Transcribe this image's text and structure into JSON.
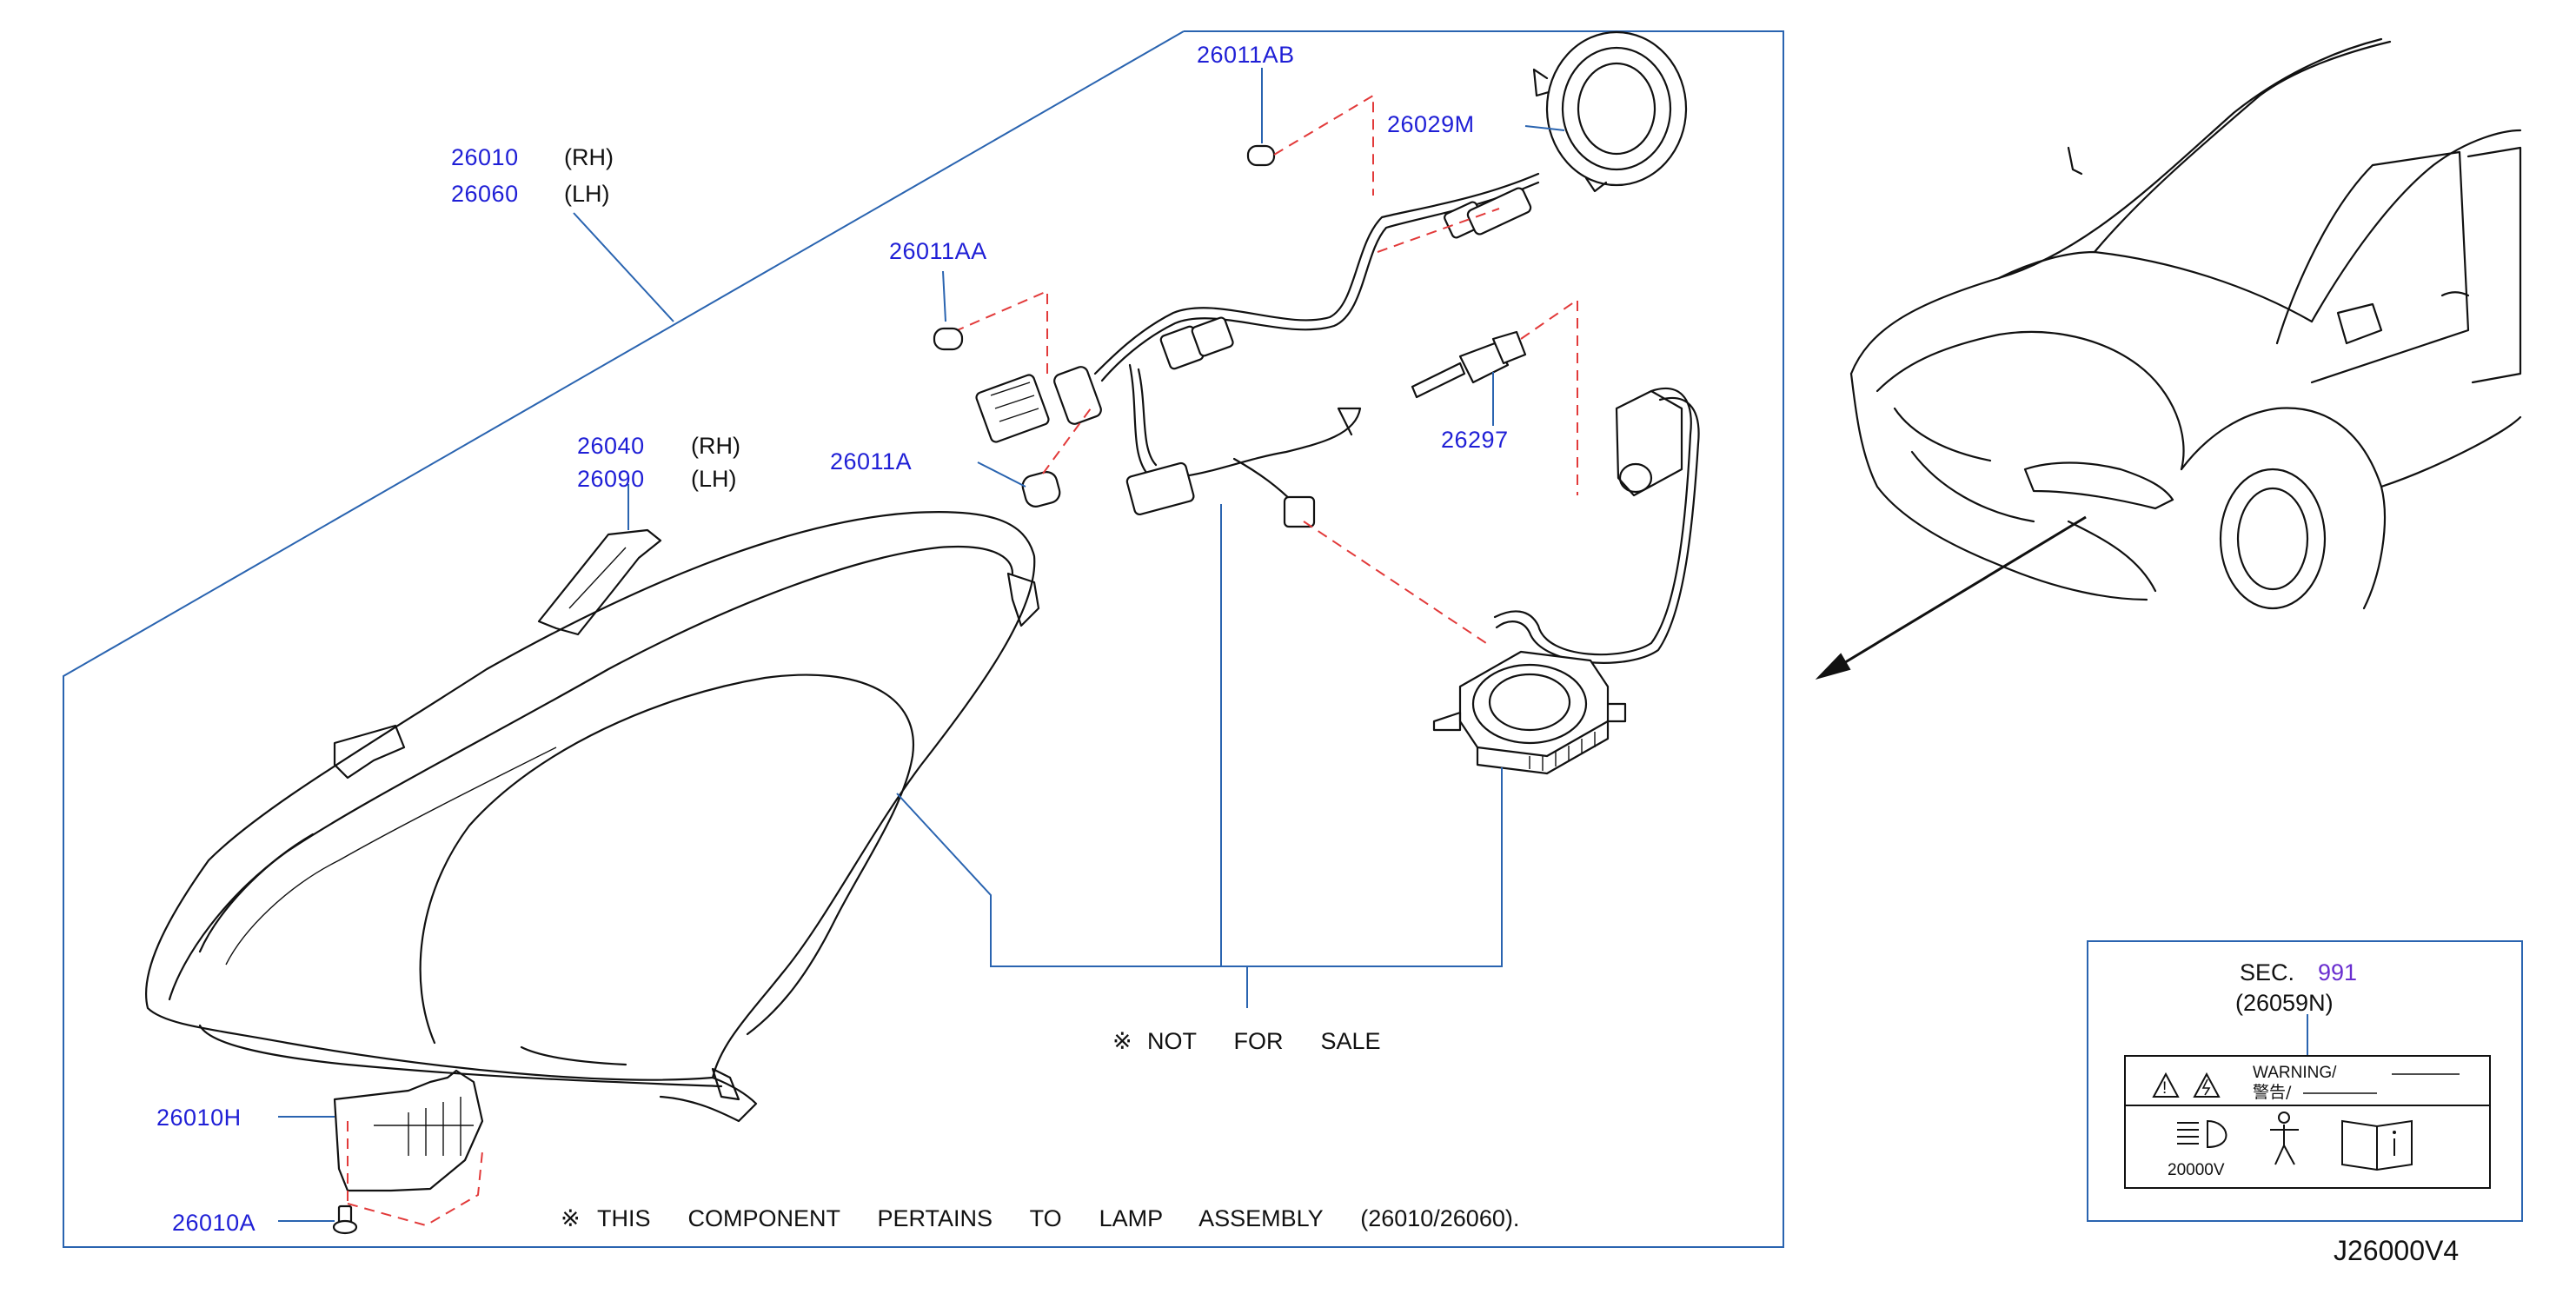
{
  "diagram_id": "J26000V4",
  "parts": {
    "assembly_rh": {
      "number": "26010",
      "side": "(RH)"
    },
    "assembly_lh": {
      "number": "26060",
      "side": "(LH)"
    },
    "bulb_ab": {
      "number": "26011AB"
    },
    "ring_m": {
      "number": "26029M"
    },
    "bulb_aa": {
      "number": "26011AA"
    },
    "bracket_rh": {
      "number": "26040",
      "side": "(RH)"
    },
    "bracket_lh": {
      "number": "26090",
      "side": "(LH)"
    },
    "bulb_a": {
      "number": "26011A"
    },
    "xenon_bulb": {
      "number": "26297"
    },
    "bracket_h": {
      "number": "26010H"
    },
    "screw_a": {
      "number": "26010A"
    }
  },
  "notes": {
    "not_for_sale_mark": "※",
    "not_for_sale": "NOT  FOR  SALE",
    "pertains_mark": "※",
    "pertains": "THIS  COMPONENT  PERTAINS  TO  LAMP  ASSEMBLY  (26010/26060)."
  },
  "section_ref": {
    "sec_label": "SEC.",
    "sec_number": "991",
    "sec_part": "(26059N)",
    "warning_text": "WARNING/",
    "warning_jp": "警告/",
    "voltage": "20000V"
  },
  "colors": {
    "part_number": "#1f1fd6",
    "leader_line": "#2a64b0",
    "dashed_guide": "#e23a3a",
    "section_link": "#6a2fd0"
  }
}
